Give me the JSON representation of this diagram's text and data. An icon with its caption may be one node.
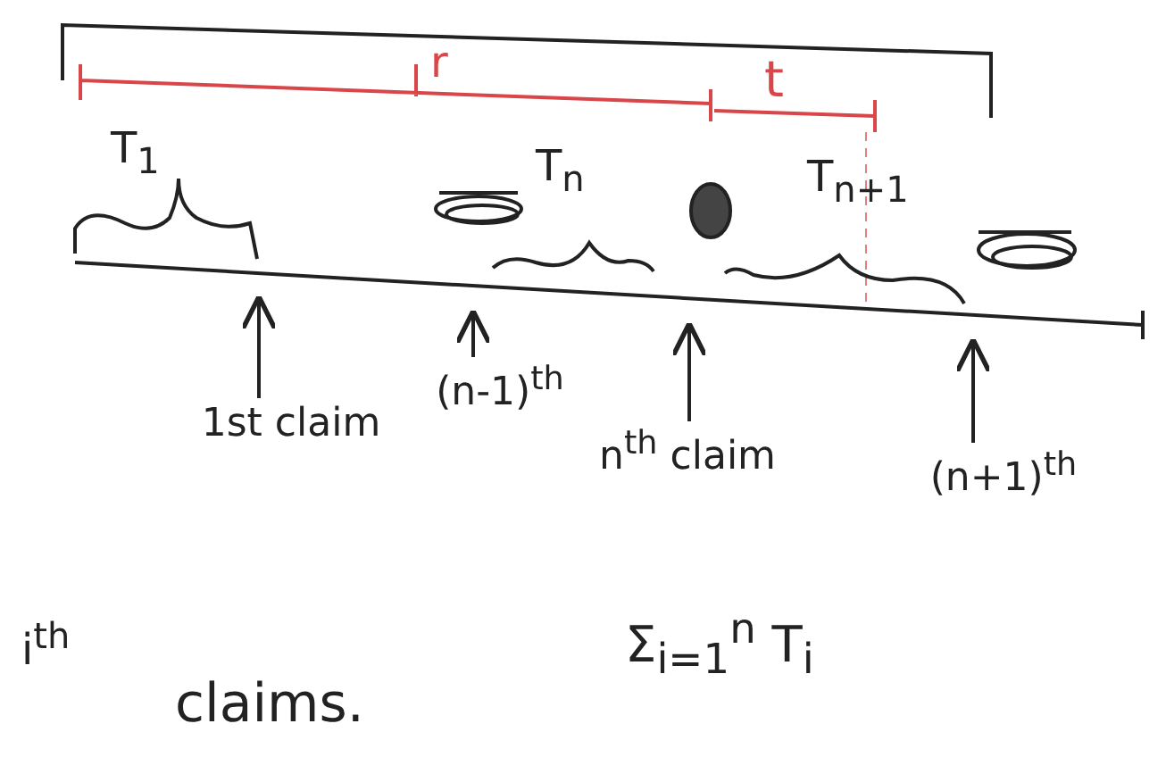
{
  "diagram": {
    "nodes": [
      {
        "text": [
          "1st claim"
        ]
      },
      {
        "text": [
          "(n-1)$^{th}$"
        ]
      },
      {
        "text": [
          "n$^{th}$ claim"
        ]
      },
      {
        "text": [
          "(n+1)$^{th}$"
        ]
      }
    ],
    "edges": [
      {
        "from": 0,
        "to": null,
        "arrow": "to"
      },
      {
        "from": 1,
        "to": null,
        "arrow": "to"
      },
      {
        "from": 2,
        "to": null,
        "arrow": "to"
      },
      {
        "from": 3,
        "to": null,
        "arrow": "to"
      }
    ],
    "labels": [
      "r",
      "t",
      "T$_{1}$",
      "T$_{n}$",
      "T$_{n+1}$",
      "i$^{th}$",
      "claims.",
      "Σ$_{i=1}$$^{n}$ T$_{i}$"
    ]
  }
}
